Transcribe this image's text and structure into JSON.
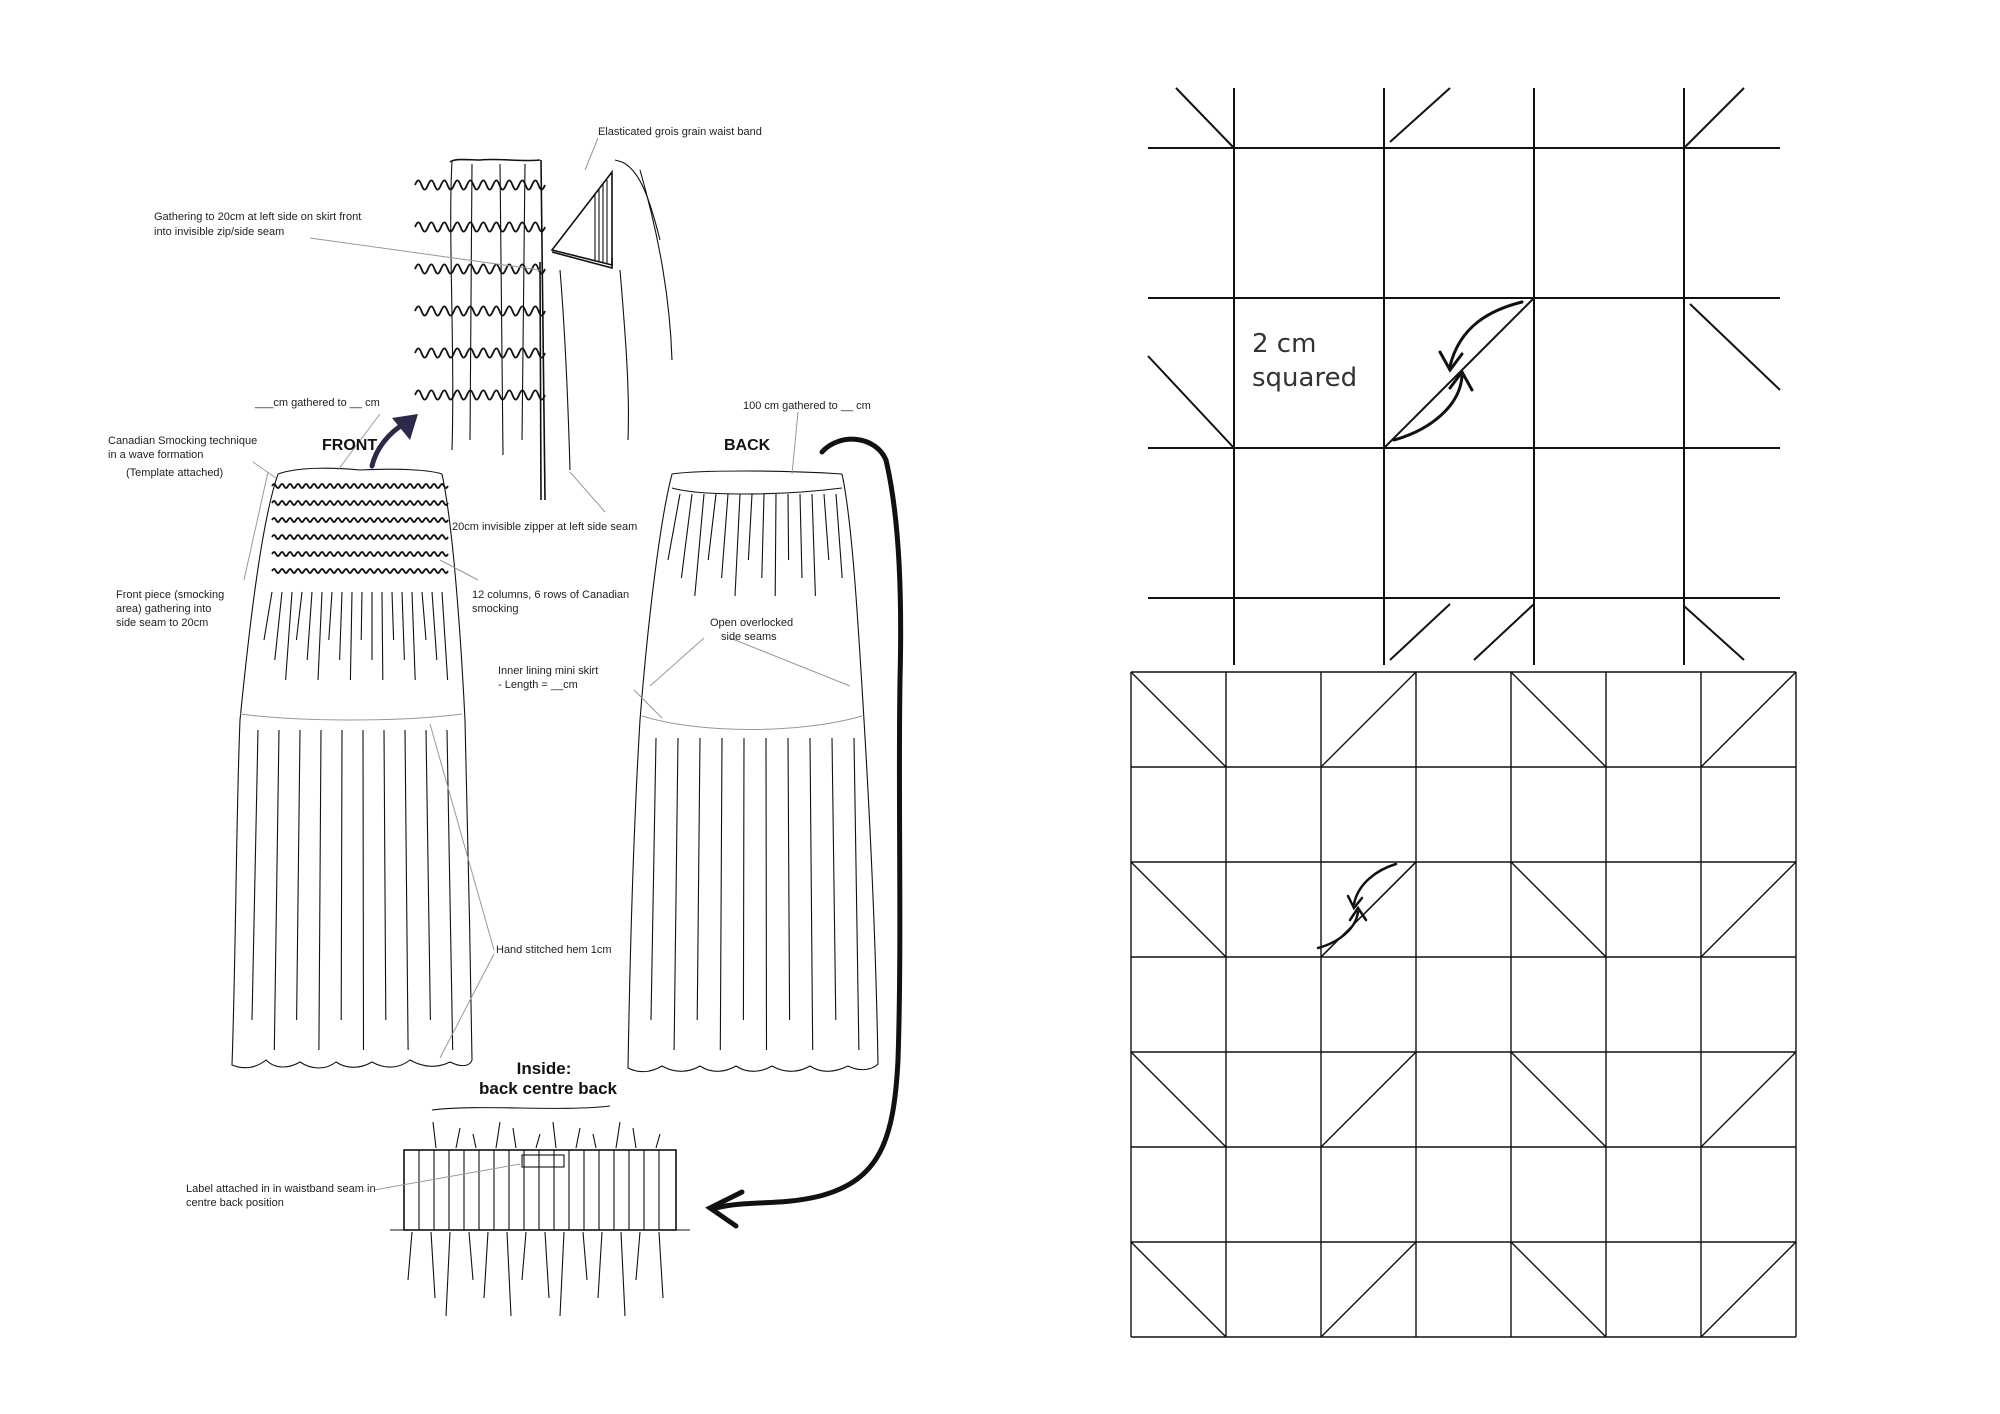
{
  "sketch": {
    "views": {
      "front": "FRONT",
      "back": "BACK",
      "inside_line1": "Inside:",
      "inside_line2": "back centre back"
    },
    "annotations": {
      "waistband": "Elasticated grois grain waist band",
      "gathering_line1": "Gathering to 20cm at left side on skirt front",
      "gathering_line2": "into invisible zip/side seam",
      "front_gathered": "___cm gathered to __ cm",
      "smocking_line1": "Canadian Smocking technique",
      "smocking_line2": "in a wave formation",
      "smocking_line3": "(Template attached)",
      "zipper": "20cm invisible zipper at left side seam",
      "columns_line1": "12 columns, 6 rows of Canadian",
      "columns_line2": "smocking",
      "front_piece_line1": "Front piece (smocking",
      "front_piece_line2": "area) gathering into",
      "front_piece_line3": "side seam to 20cm",
      "back_gathered": "100 cm gathered to __ cm",
      "overlock_line1": "Open overlocked",
      "overlock_line2": "side seams",
      "lining_line1": "Inner lining mini skirt",
      "lining_line2": "- Length = __cm",
      "hem": "Hand stitched hem 1cm",
      "label_line1": "Label attached in in waistband seam in",
      "label_line2": "centre back position"
    }
  },
  "template": {
    "scale_line1": "2 cm",
    "scale_line2": "squared"
  },
  "colors": {
    "ink": "#111111",
    "front_arrow": "#2b2a4a",
    "leader": "#999999"
  }
}
